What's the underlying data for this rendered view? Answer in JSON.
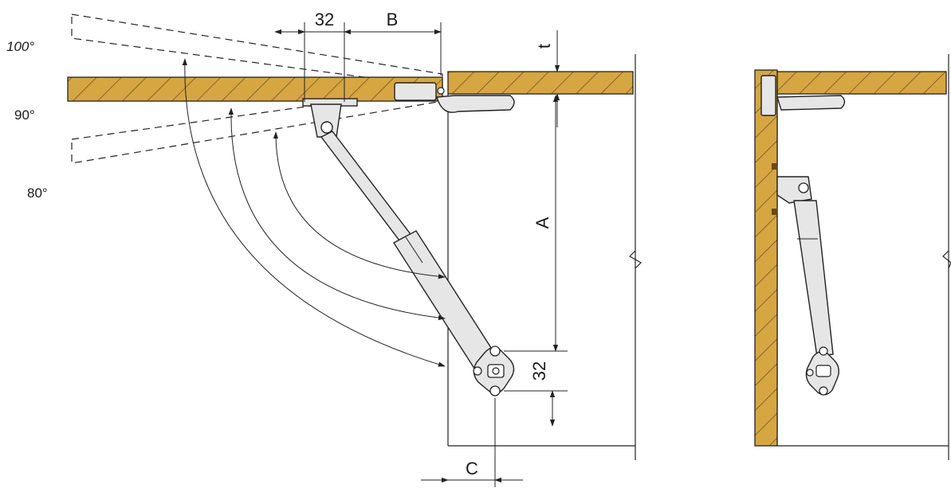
{
  "colors": {
    "wood": "#d6a643",
    "wood_hatch": "#6b4a14",
    "line": "#222222"
  },
  "angles": {
    "open_max": "100°",
    "open_mid": "90°",
    "open_min": "80°"
  },
  "dimensions": {
    "hole_spacing_top": "32",
    "offset_b": "B",
    "thickness": "t",
    "height_a": "A",
    "hole_spacing_side": "32",
    "offset_c": "C"
  }
}
